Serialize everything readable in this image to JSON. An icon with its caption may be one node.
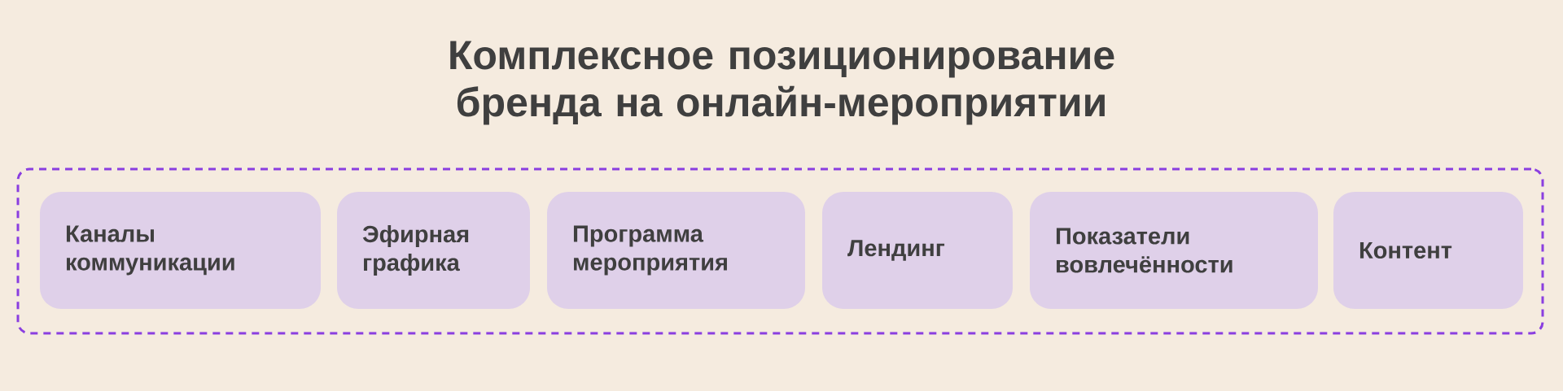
{
  "diagram": {
    "title": "Комплексное позиционирование бренда на онлайн-мероприятии",
    "nodes": [
      {
        "text": [],
        "shape": "box"
      },
      {
        "text": [
          "Каналы коммуникации"
        ],
        "in": 0
      },
      {
        "text": [
          "Эфирная графика"
        ],
        "in": 0
      },
      {
        "text": [
          "Программа мероприятия"
        ],
        "in": 0
      },
      {
        "text": [
          "Лендинг"
        ],
        "in": 0
      },
      {
        "text": [
          "Показатели вовлечённости"
        ],
        "in": 0
      },
      {
        "text": [
          "Контент"
        ],
        "in": 0
      }
    ]
  }
}
